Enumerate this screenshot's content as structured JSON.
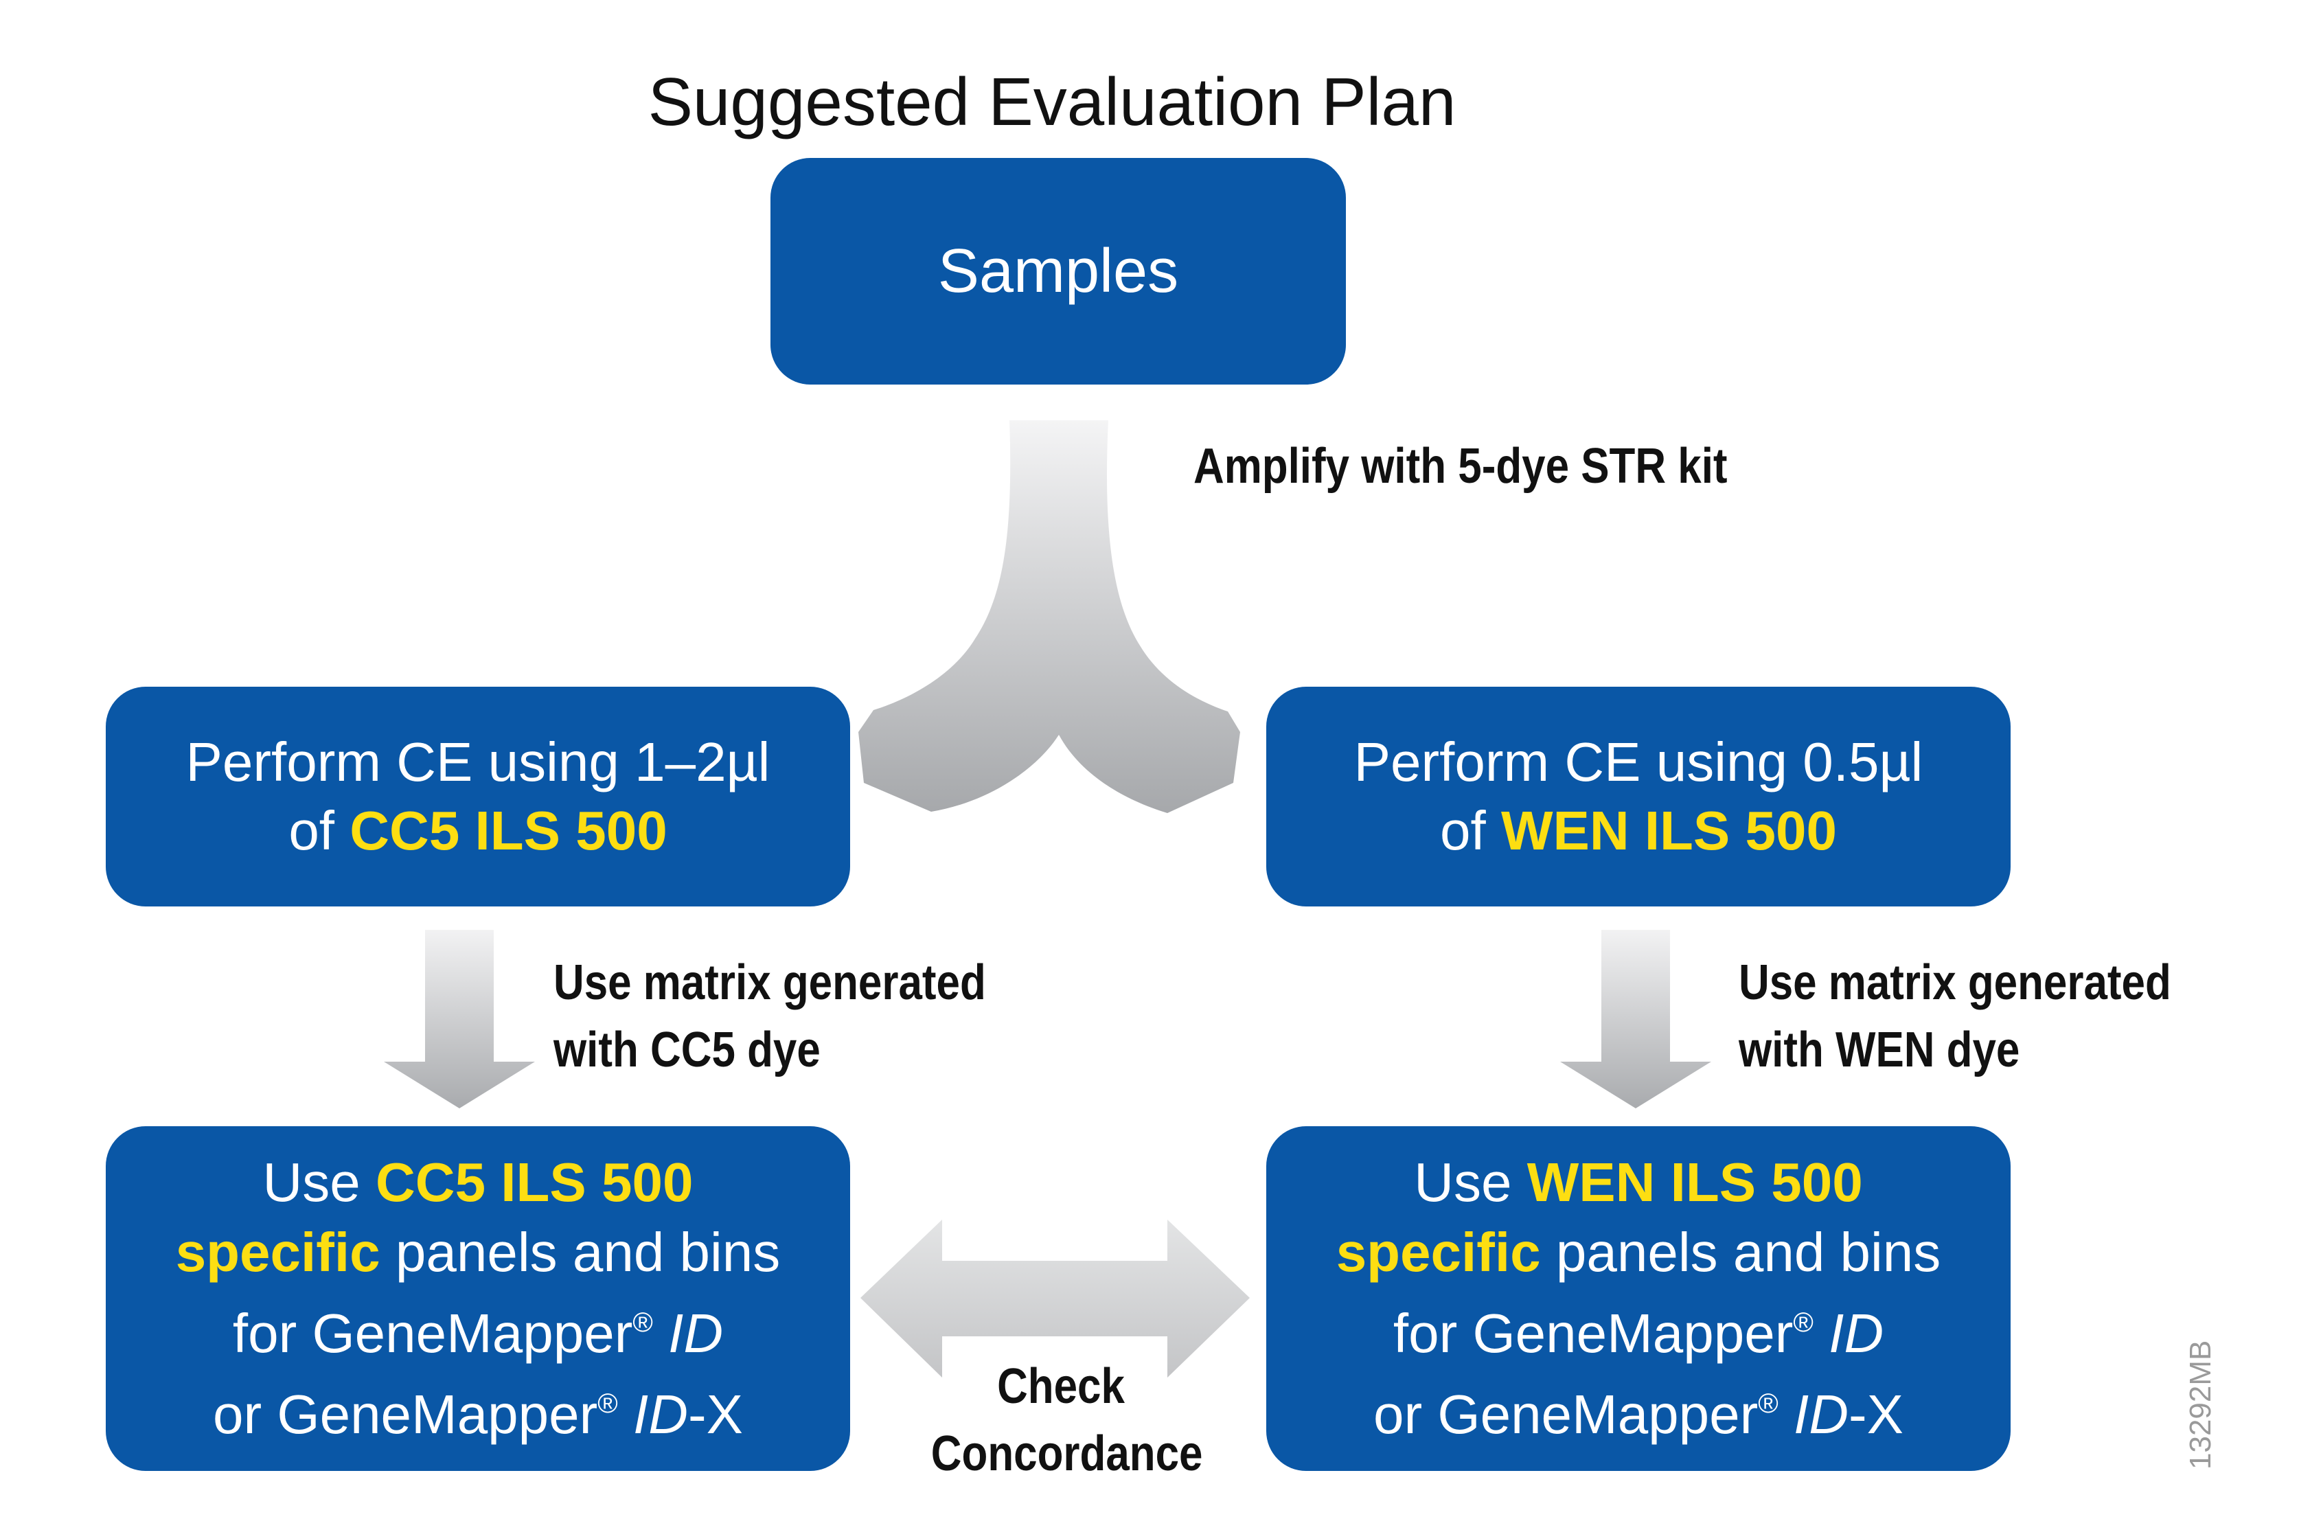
{
  "title": "Suggested Evaluation Plan",
  "samples": "Samples",
  "amplify": "Amplify with 5-dye STR kit",
  "left": {
    "ce_line1": "Perform CE using 1–2µl",
    "ce_of": "of",
    "ce_hl": "CC5 ILS 500",
    "matrix_line1": "Use matrix generated",
    "matrix_line2": "with CC5 dye",
    "use_word": "Use",
    "use_hl1": "CC5 ILS 500",
    "use_hl2": "specific",
    "panels": "panels and bins",
    "for_gm": "for GeneMapper",
    "id": "ID",
    "or_gm": "or GeneMapper",
    "idx_suffix": "-X"
  },
  "right": {
    "ce_line1": "Perform CE using 0.5µl",
    "ce_of": "of",
    "ce_hl": "WEN ILS 500",
    "matrix_line1": "Use matrix generated",
    "matrix_line2": "with WEN dye",
    "use_word": "Use",
    "use_hl1": "WEN ILS 500",
    "use_hl2": "specific",
    "panels": "panels and bins",
    "for_gm": "for GeneMapper",
    "id": "ID",
    "or_gm": "or GeneMapper",
    "idx_suffix": "-X"
  },
  "registered": "®",
  "check_line1": "Check",
  "check_line2": "Concordance",
  "code": "13292MB",
  "colors": {
    "box": "#0a57a6",
    "highlight": "#fdde12",
    "arrow_light": "#ededee",
    "arrow_dark": "#a9abae"
  }
}
